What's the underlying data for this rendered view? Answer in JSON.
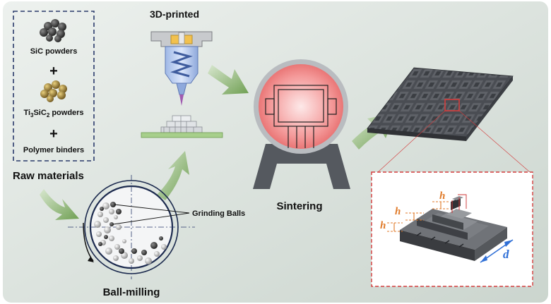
{
  "raw_materials": {
    "sic": "SiC powders",
    "plus": "+",
    "ti_prefix": "Ti",
    "ti_sub1": "3",
    "ti_mid": "SiC",
    "ti_sub2": "2",
    "ti_suffix": " powders",
    "binder": "Polymer binders",
    "label": "Raw materials"
  },
  "printing": {
    "title": "3D-printed"
  },
  "ball_milling": {
    "balls_label": "Grinding Balls",
    "label": "Ball-milling"
  },
  "sintering": {
    "label": "Sintering"
  },
  "detail": {
    "h": "h",
    "d": "d"
  },
  "colors": {
    "background_top": "#e9eeea",
    "background_bottom": "#cfd8d2",
    "arrow": "#7aa95a",
    "furnace_glow": "#f07a7a",
    "dimension_h": "#e07a28",
    "dimension_d": "#2f6fd6",
    "frame_red": "#d43c3c",
    "dashed_navy": "#2a3a6b"
  }
}
